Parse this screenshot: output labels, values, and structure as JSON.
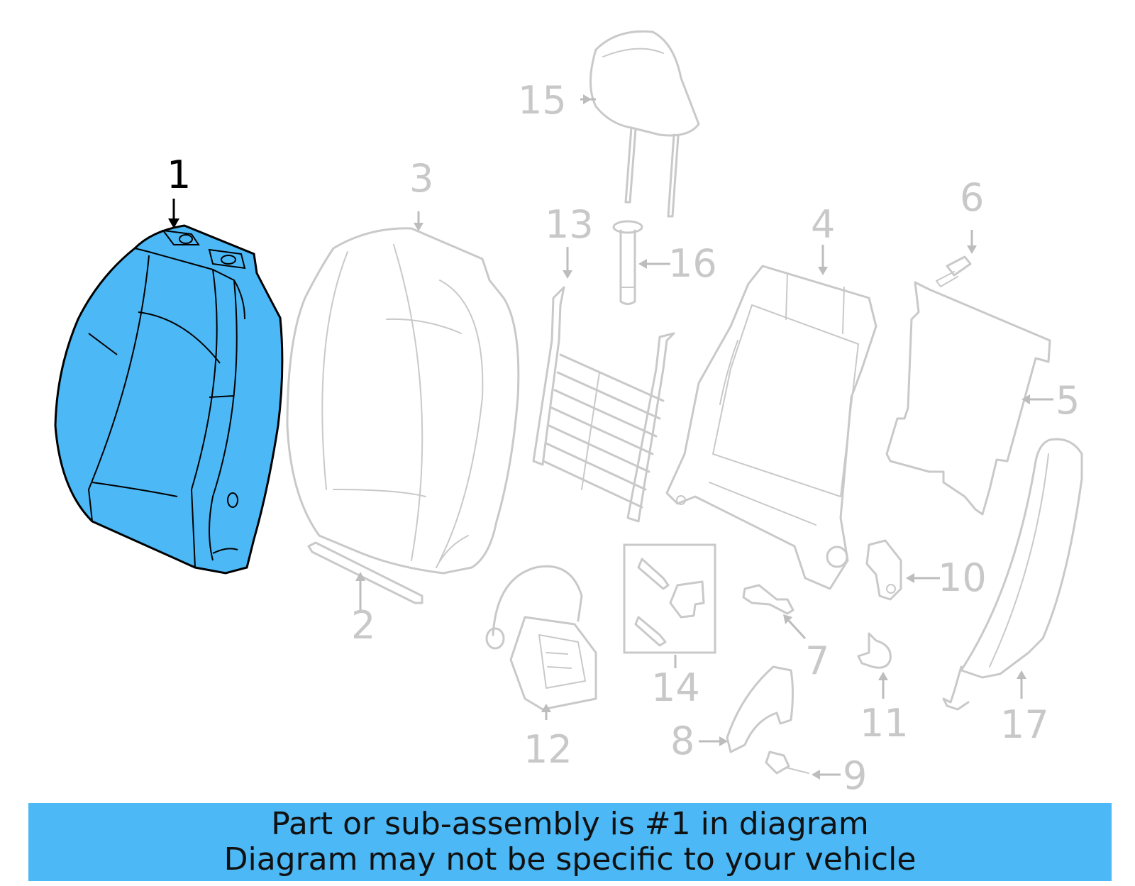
{
  "diagram": {
    "highlight_color": "#4cb8f5",
    "ghost_color": "#c9c9c9",
    "callouts": {
      "c1": "1",
      "c2": "2",
      "c3": "3",
      "c4": "4",
      "c5": "5",
      "c6": "6",
      "c7": "7",
      "c8": "8",
      "c9": "9",
      "c10": "10",
      "c11": "11",
      "c12": "12",
      "c13": "13",
      "c14": "14",
      "c15": "15",
      "c16": "16",
      "c17": "17"
    },
    "highlighted_part": "1"
  },
  "footer": {
    "line1": "Part or sub-assembly is #1 in diagram",
    "line2": "Diagram may not be specific to your vehicle"
  }
}
